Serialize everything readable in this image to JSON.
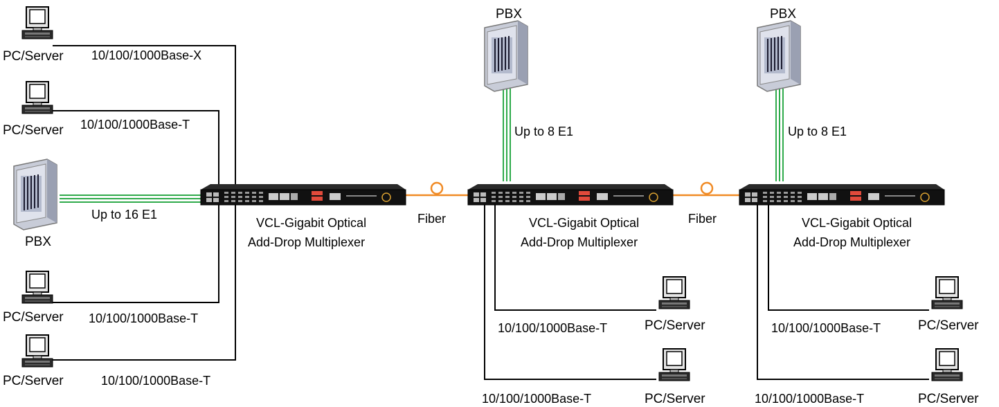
{
  "colors": {
    "ethernet": "#000000",
    "e1": "#2eaa4a",
    "fiber": "#f08a24",
    "device_body": "#1a1a1a",
    "pbx_face": "#d9dde8"
  },
  "icons": {
    "pc": "pc-server-icon",
    "pbx": "pbx-icon",
    "mux": "multiplexer-icon",
    "fiber_coil": "fiber-coil-icon"
  },
  "labels": {
    "pc_server": "PC/Server",
    "pbx": "PBX",
    "base_x": "10/100/1000Base-X",
    "base_t": "10/100/1000Base-T",
    "up_to_16": "Up to 16 E1",
    "up_to_8": "Up to 8 E1",
    "fiber": "Fiber",
    "mux_line1": "VCL-Gigabit Optical",
    "mux_line2": "Add-Drop Multiplexer"
  }
}
